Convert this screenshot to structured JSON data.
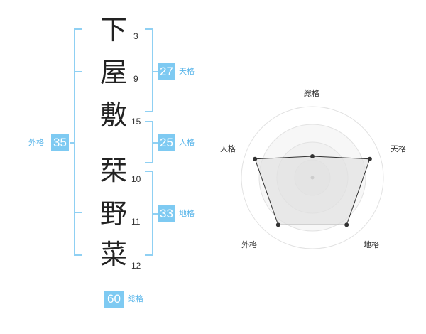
{
  "name_chars": [
    {
      "char": "下",
      "strokes": "3"
    },
    {
      "char": "屋",
      "strokes": "9"
    },
    {
      "char": "敷",
      "strokes": "15"
    },
    {
      "char": "栞",
      "strokes": "10"
    },
    {
      "char": "野",
      "strokes": "11"
    },
    {
      "char": "菜",
      "strokes": "12"
    }
  ],
  "kaku": {
    "tenkaku": {
      "value": "27",
      "label": "天格"
    },
    "jinkaku": {
      "value": "25",
      "label": "人格"
    },
    "chikaku": {
      "value": "33",
      "label": "地格"
    },
    "gaikaku": {
      "value": "35",
      "label": "外格"
    },
    "soukaku": {
      "value": "60",
      "label": "総格"
    }
  },
  "radar": {
    "axes": [
      "総格",
      "天格",
      "地格",
      "外格",
      "人格"
    ],
    "scores": [
      0.3,
      0.85,
      0.82,
      0.82,
      0.85
    ],
    "rings": 4,
    "fill_color": "#ebebeb",
    "line_color": "#333333",
    "ring_color": "#e2e2e2"
  },
  "colors": {
    "accent": "#7ecaf2",
    "bracket": "#8fd0f3"
  }
}
